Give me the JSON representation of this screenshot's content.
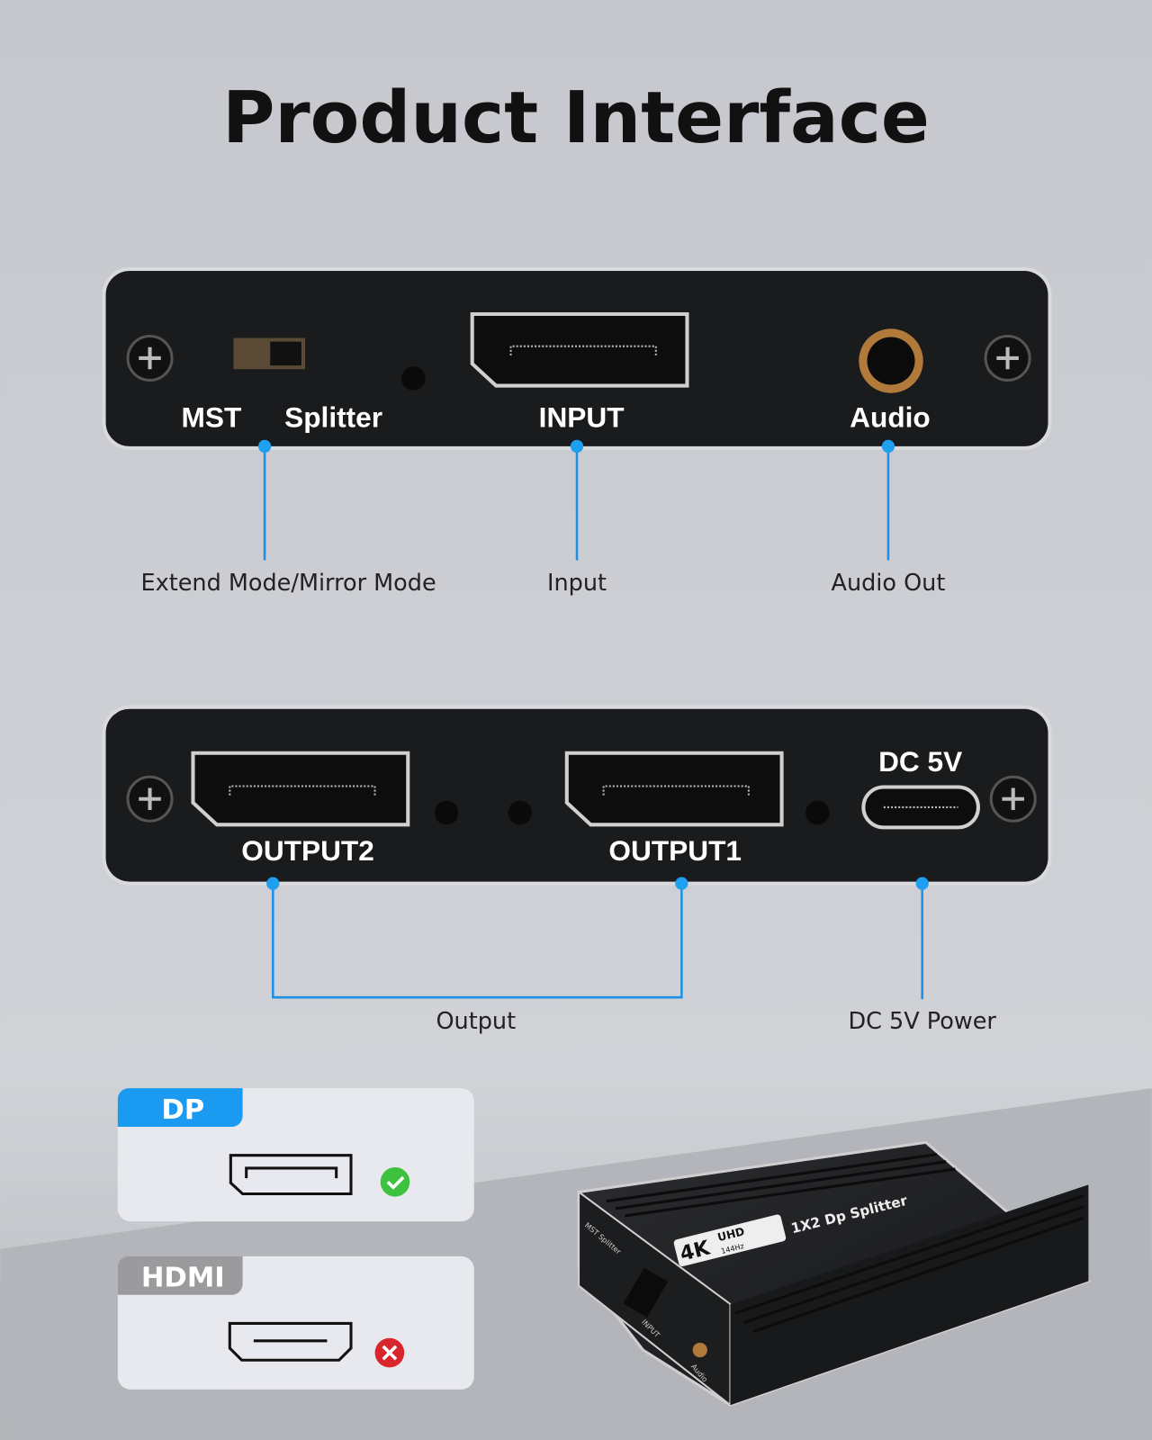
{
  "title": "Product Interface",
  "top_panel": {
    "labels": {
      "mst": "MST",
      "splitter": "Splitter",
      "input": "INPUT",
      "audio": "Audio"
    },
    "callouts": {
      "mode": "Extend Mode/Mirror Mode",
      "input": "Input",
      "audio": "Audio Out"
    }
  },
  "bottom_panel": {
    "labels": {
      "output2": "OUTPUT2",
      "output1": "OUTPUT1",
      "dc": "DC 5V"
    },
    "callouts": {
      "output": "Output",
      "power": "DC 5V Power"
    }
  },
  "compat": [
    {
      "tag": "DP",
      "tag_color": "#1a9af0",
      "status": "supported",
      "status_color": "#3cc23f"
    },
    {
      "tag": "HDMI",
      "tag_color": "#9b9b9e",
      "status": "not-supported",
      "status_color": "#d9262c"
    }
  ],
  "device": {
    "badge_main": "4K",
    "badge_uhd": "UHD",
    "badge_hz": "144Hz",
    "name": "1X2 Dp Splitter",
    "side_mst": "MST Splitter",
    "side_input": "INPUT",
    "side_audio": "Audio"
  },
  "colors": {
    "accent": "#1e9ff0",
    "background": "#c9cbd1"
  }
}
